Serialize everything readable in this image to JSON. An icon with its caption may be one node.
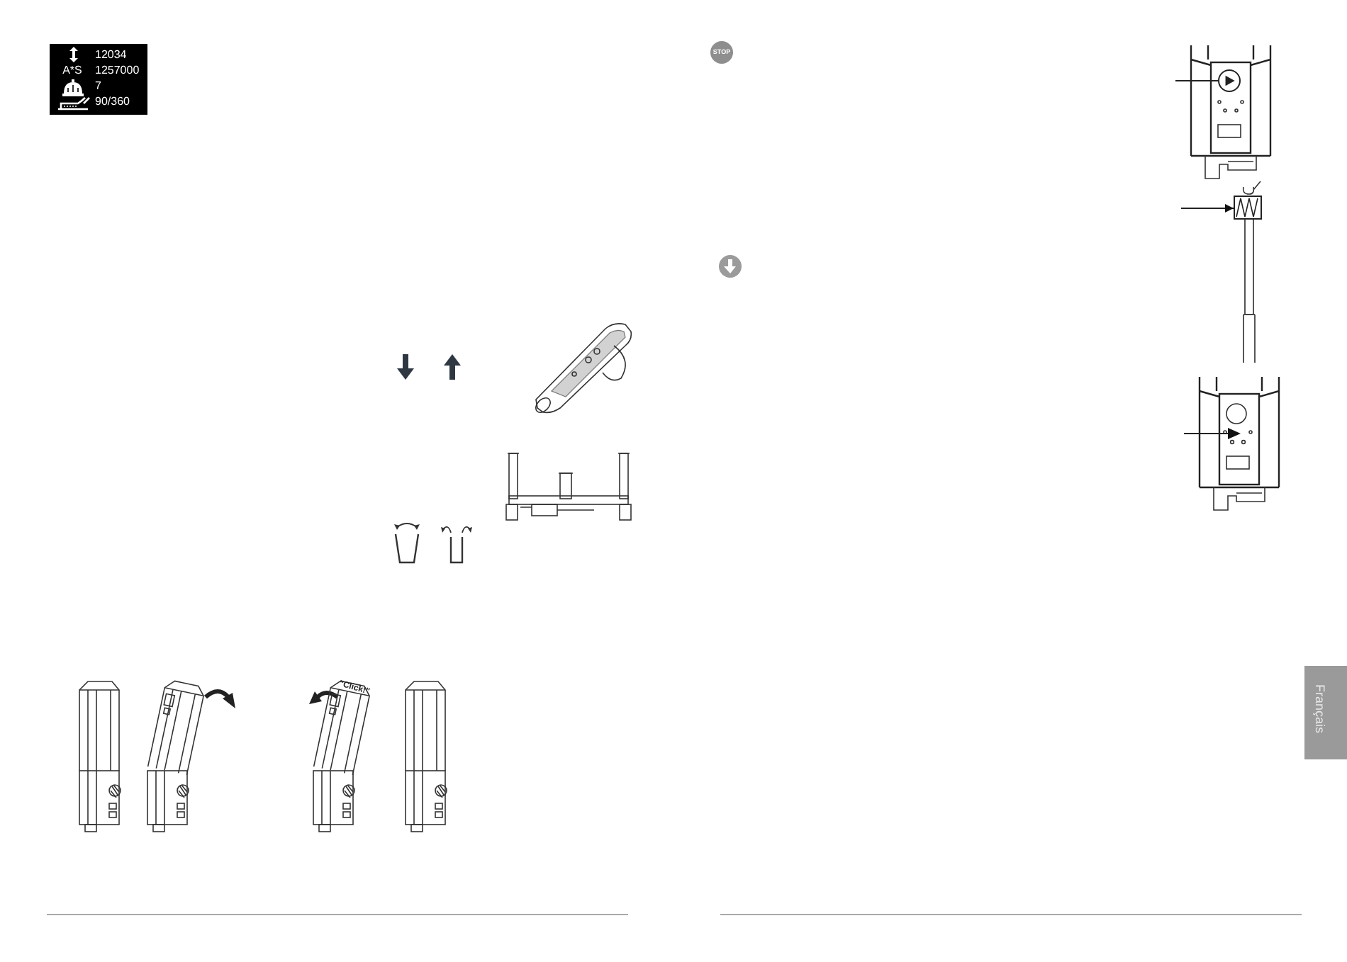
{
  "diagram": {
    "nodes": [
      {
        "text": [
          "12034",
          "A*S",
          "1257000",
          "7",
          "90/360"
        ]
      },
      {
        "text": [
          "STOP"
        ]
      },
      {
        "text": [],
        "shape": "circle"
      },
      {
        "text": [],
        "shape": "box"
      },
      {
        "text": [],
        "shape": "triangle"
      },
      {
        "text": [
          "Français"
        ]
      }
    ],
    "edges": [
      {
        "from": null,
        "to": 2,
        "arrow": "none"
      },
      {
        "from": null,
        "to": 3,
        "arrow": "to"
      },
      {
        "from": null,
        "to": 4,
        "arrow": "none"
      }
    ],
    "labels": [
      "\"Click!\""
    ]
  }
}
